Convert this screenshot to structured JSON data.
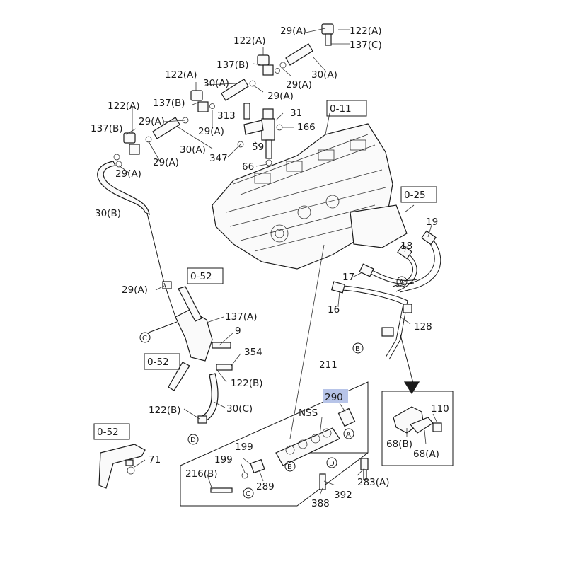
{
  "labels": {
    "l122a_1": "122(A)",
    "l29a_1": "29(A)",
    "l122a_2": "122(A)",
    "l137c": "137(C)",
    "l122a_3": "122(A)",
    "l137b_1": "137(B)",
    "l30a_1": "30(A)",
    "l30a_2": "30(A)",
    "l29a_2": "29(A)",
    "l29a_3": "29(A)",
    "l122a_4": "122(A)",
    "l137b_2": "137(B)",
    "l29a_4": "29(A)",
    "l313": "313",
    "l31": "31",
    "l166": "166",
    "l137b_3": "137(B)",
    "l29a_5": "29(A)",
    "l30a_3": "30(A)",
    "l59": "59",
    "l347": "347",
    "l66": "66",
    "l29a_6": "29(A)",
    "l29a_7": "29(A)",
    "l011": "0-11",
    "l30b": "30(B)",
    "l025": "0-25",
    "l19": "19",
    "l18": "18",
    "l17": "17",
    "l16": "16",
    "l128": "128",
    "l052_1": "0-52",
    "l29a_8": "29(A)",
    "l137a": "137(A)",
    "l9": "9",
    "l354": "354",
    "l052_2": "0-52",
    "l122b_1": "122(B)",
    "l211": "211",
    "l290": "290",
    "lnss": "NSS",
    "l110": "110",
    "l122b_2": "122(B)",
    "l30c": "30(C)",
    "l68b": "68(B)",
    "l68a": "68(A)",
    "l052_3": "0-52",
    "l71": "71",
    "l199_1": "199",
    "l199_2": "199",
    "l216b": "216(B)",
    "l289": "289",
    "l283a": "283(A)",
    "l392": "392",
    "l388": "388",
    "cA1": "A",
    "cB1": "B",
    "cC1": "C",
    "cD1": "D",
    "cA2": "A",
    "cB2": "B",
    "cC2": "C",
    "cD2": "D"
  }
}
